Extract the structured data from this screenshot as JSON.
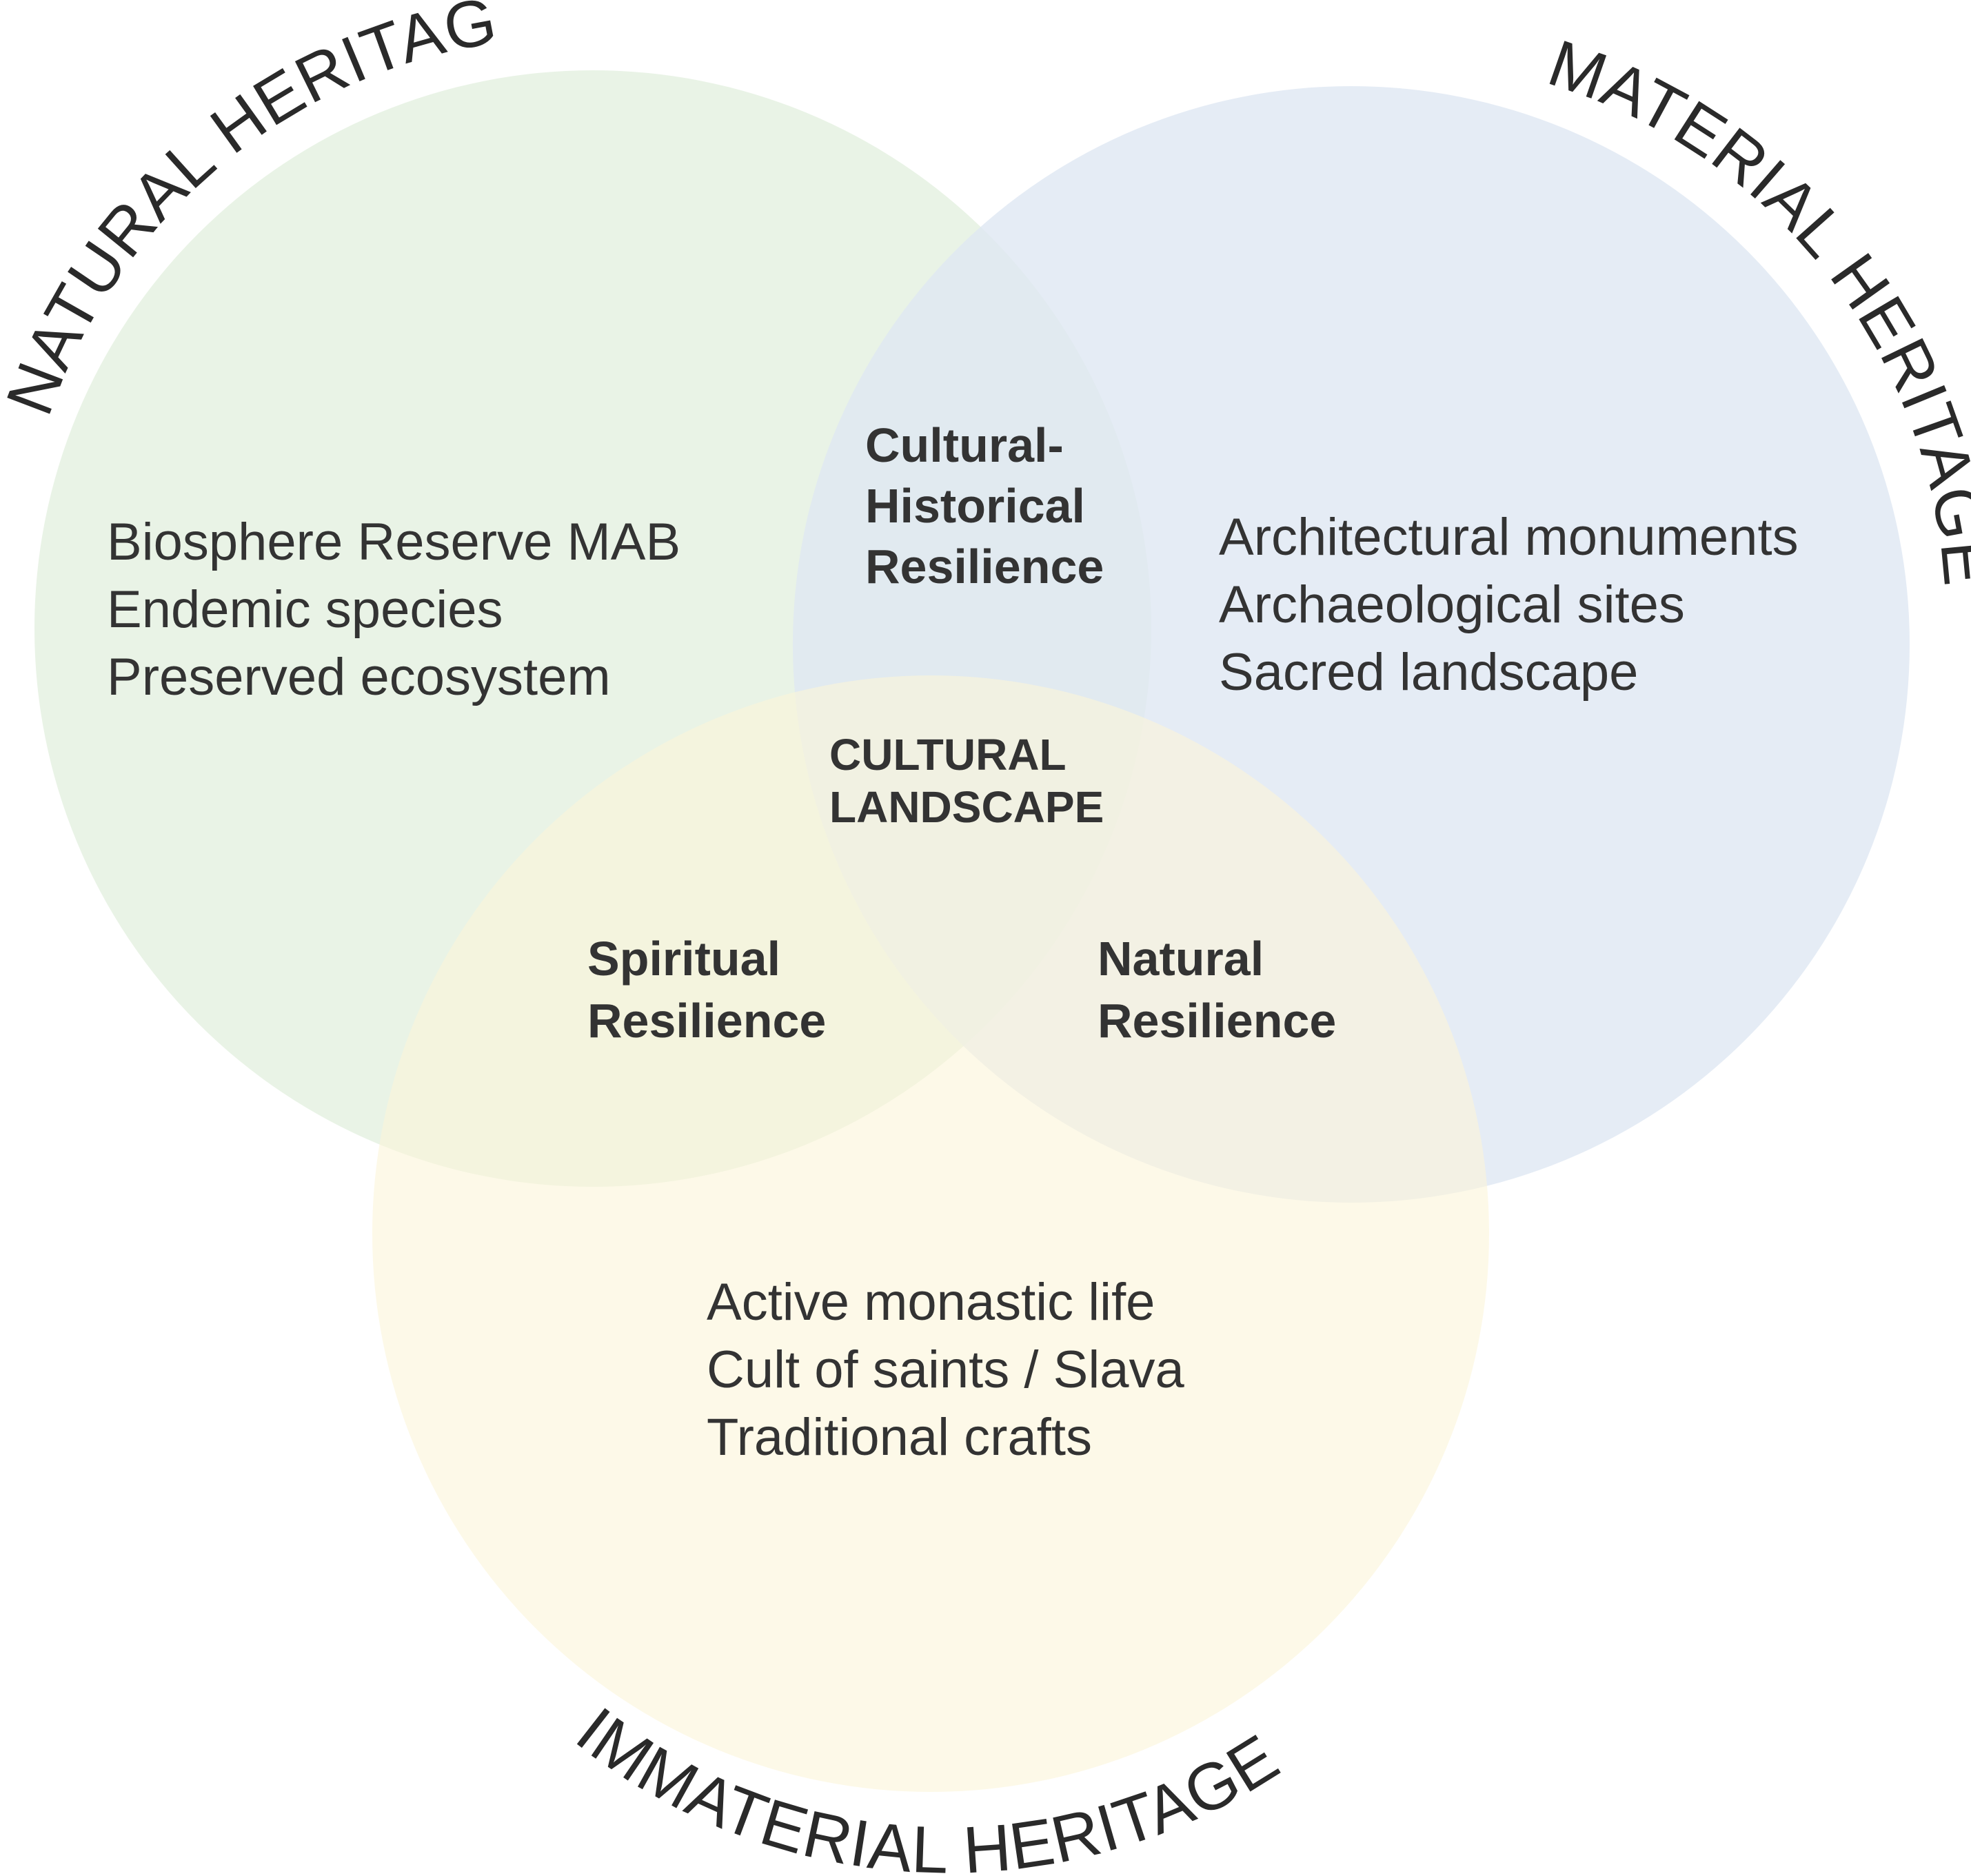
{
  "sets": {
    "natural": {
      "title": "NATURAL HERITAGE",
      "color": "#e4f0e0",
      "items": [
        "Biosphere Reserve MAB",
        "Endemic species",
        "Preserved ecosystem"
      ]
    },
    "material": {
      "title": "MATERIAL HERITAGE",
      "color": "#dee7f3",
      "items": [
        "Architectural monuments",
        "Archaeological sites",
        "Sacred landscape"
      ]
    },
    "immaterial": {
      "title": "IMMATERIAL HERITAGE",
      "color": "#fcf5d9",
      "items": [
        "Active monastic life",
        "Cult of saints / Slava",
        "Traditional crafts"
      ]
    }
  },
  "overlaps": {
    "natural_material": [
      "Cultural-",
      "Historical",
      "Resilience"
    ],
    "natural_immaterial": [
      "Spiritual",
      "Resilience"
    ],
    "material_immaterial": [
      "Natural",
      "Resilience"
    ],
    "center": [
      "CULTURAL",
      "LANDSCAPE"
    ]
  }
}
